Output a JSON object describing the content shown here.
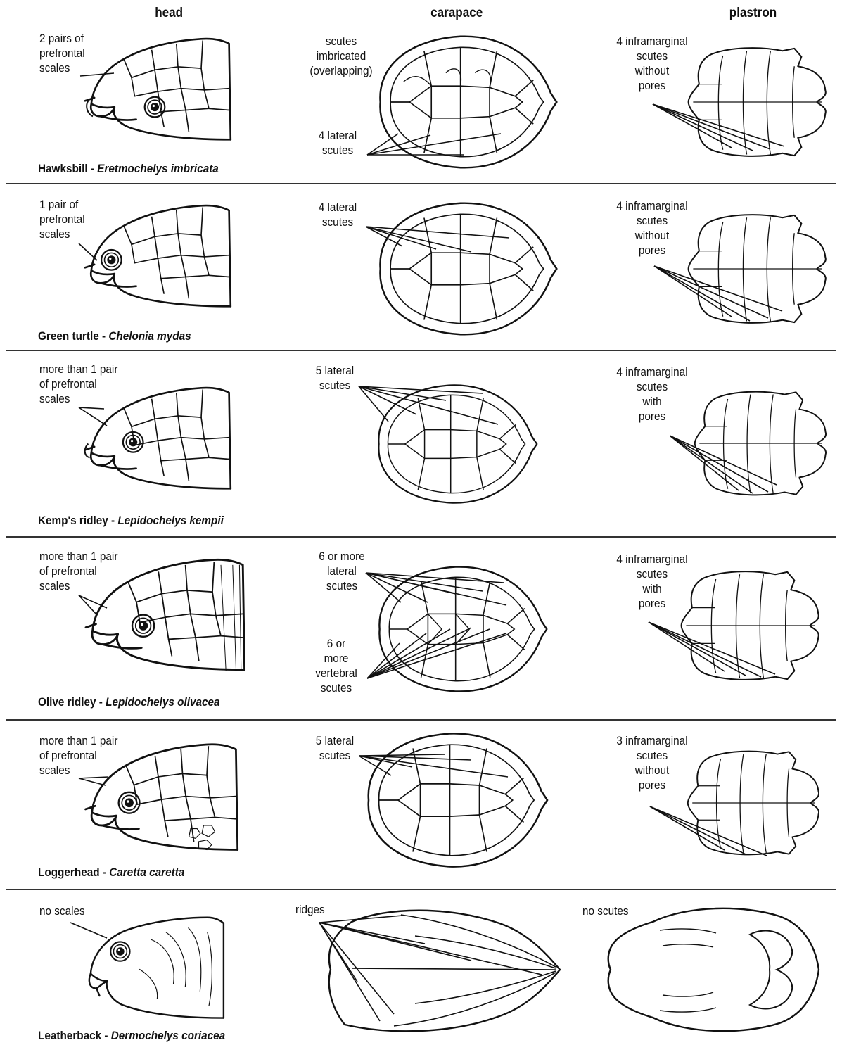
{
  "columns": {
    "head": "head",
    "carapace": "carapace",
    "plastron": "plastron"
  },
  "rows": [
    {
      "common": "Hawksbill",
      "sep": " - ",
      "scientific": "Eretmochelys imbricata",
      "head_label": "2 pairs of\nprefrontal\nscales",
      "carapace_label_1": "scutes\nimbricated\n(overlapping)",
      "carapace_label_2": "4 lateral\nscutes",
      "plastron_label": "4 inframarginal\nscutes\nwithout\npores"
    },
    {
      "common": "Green turtle",
      "sep": " - ",
      "scientific": "Chelonia mydas",
      "head_label": "1 pair of\nprefrontal\nscales",
      "carapace_label_1": "4 lateral\nscutes",
      "plastron_label": "4 inframarginal\nscutes\nwithout\npores"
    },
    {
      "common": "Kemp's ridley",
      "sep": " - ",
      "scientific": "Lepidochelys kempii",
      "head_label": "more than 1 pair\nof prefrontal\nscales",
      "carapace_label_1": "5 lateral\nscutes",
      "plastron_label": "4 inframarginal\nscutes\nwith\npores"
    },
    {
      "common": "Olive ridley",
      "sep": " - ",
      "scientific": "Lepidochelys olivacea",
      "head_label": "more than 1 pair\nof prefrontal\nscales",
      "carapace_label_1": "6 or more\nlateral\nscutes",
      "carapace_label_2": "6 or\nmore\nvertebral\nscutes",
      "plastron_label": "4 inframarginal\nscutes\nwith\npores"
    },
    {
      "common": "Loggerhead",
      "sep": " - ",
      "scientific": "Caretta caretta",
      "head_label": "more than 1 pair\nof prefrontal\nscales",
      "carapace_label_1": "5 lateral\nscutes",
      "plastron_label": "3 inframarginal\nscutes\nwithout\npores"
    },
    {
      "common": "Leatherback",
      "sep": " - ",
      "scientific": "Dermochelys coriacea",
      "head_label": "no scales",
      "carapace_label_1": "ridges",
      "plastron_label": "no scutes"
    }
  ]
}
